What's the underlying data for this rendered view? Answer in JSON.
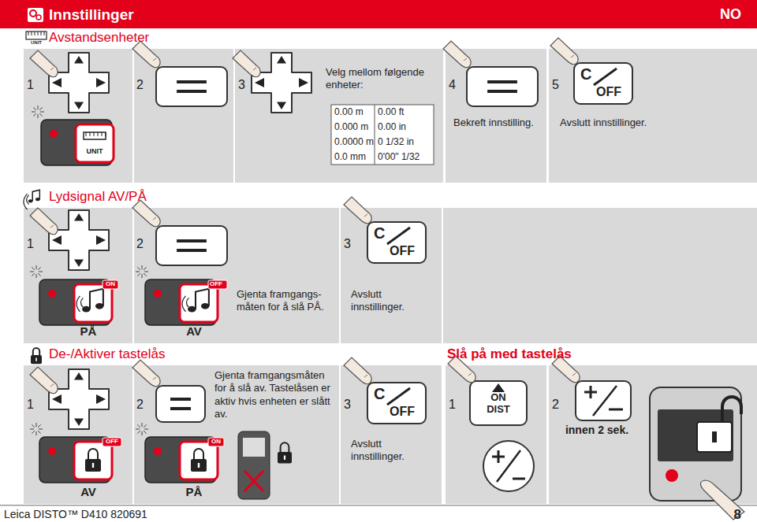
{
  "diagram": {
    "title": "Innstillinger",
    "nodes": [
      {
        "text": [
          "1"
        ]
      },
      {
        "text": [
          "2"
        ]
      },
      {
        "text": [
          "3",
          "Velg mellom følgende enheter:"
        ]
      },
      {
        "text": [
          "4",
          "Bekreft innstilling."
        ]
      },
      {
        "text": [
          "5",
          "Avslutt innstillinger."
        ]
      },
      {
        "text": [
          "1",
          "PÅ"
        ]
      },
      {
        "text": [
          "2",
          "AV",
          "Gjenta framgangs- måten for å slå PÅ."
        ]
      },
      {
        "text": [
          "3",
          "Avslutt innstillinger."
        ]
      },
      {
        "text": [
          "1",
          "AV"
        ]
      },
      {
        "text": [
          "2",
          "PÅ",
          "Gjenta framgangsmåten for å slå av. Tastelåsen er aktiv hvis enheten er slått av."
        ]
      },
      {
        "text": [
          "3",
          "Avslutt innstillinger."
        ]
      },
      {
        "text": [
          "1"
        ]
      },
      {
        "text": [
          "2",
          "innen 2 sek."
        ]
      }
    ],
    "labels": [
      "NO",
      "Avstandsenheter",
      "UNIT",
      "0.00 m",
      "0.00 ft",
      "0.000 m",
      "0.00 in",
      "0.0000 m",
      "0 1/32 in",
      "0.0 mm",
      "0'00\" 1/32",
      "UNIT",
      "C",
      "OFF",
      "Lydsignal AV/PÅ",
      "ON",
      "OFF",
      "C",
      "OFF",
      "De-/Aktiver tastelås",
      "Slå på med tastelås",
      "OFF",
      "ON",
      "C",
      "OFF",
      "ON",
      "DIST",
      "Leica DISTO™ D410 820691",
      "8"
    ]
  }
}
